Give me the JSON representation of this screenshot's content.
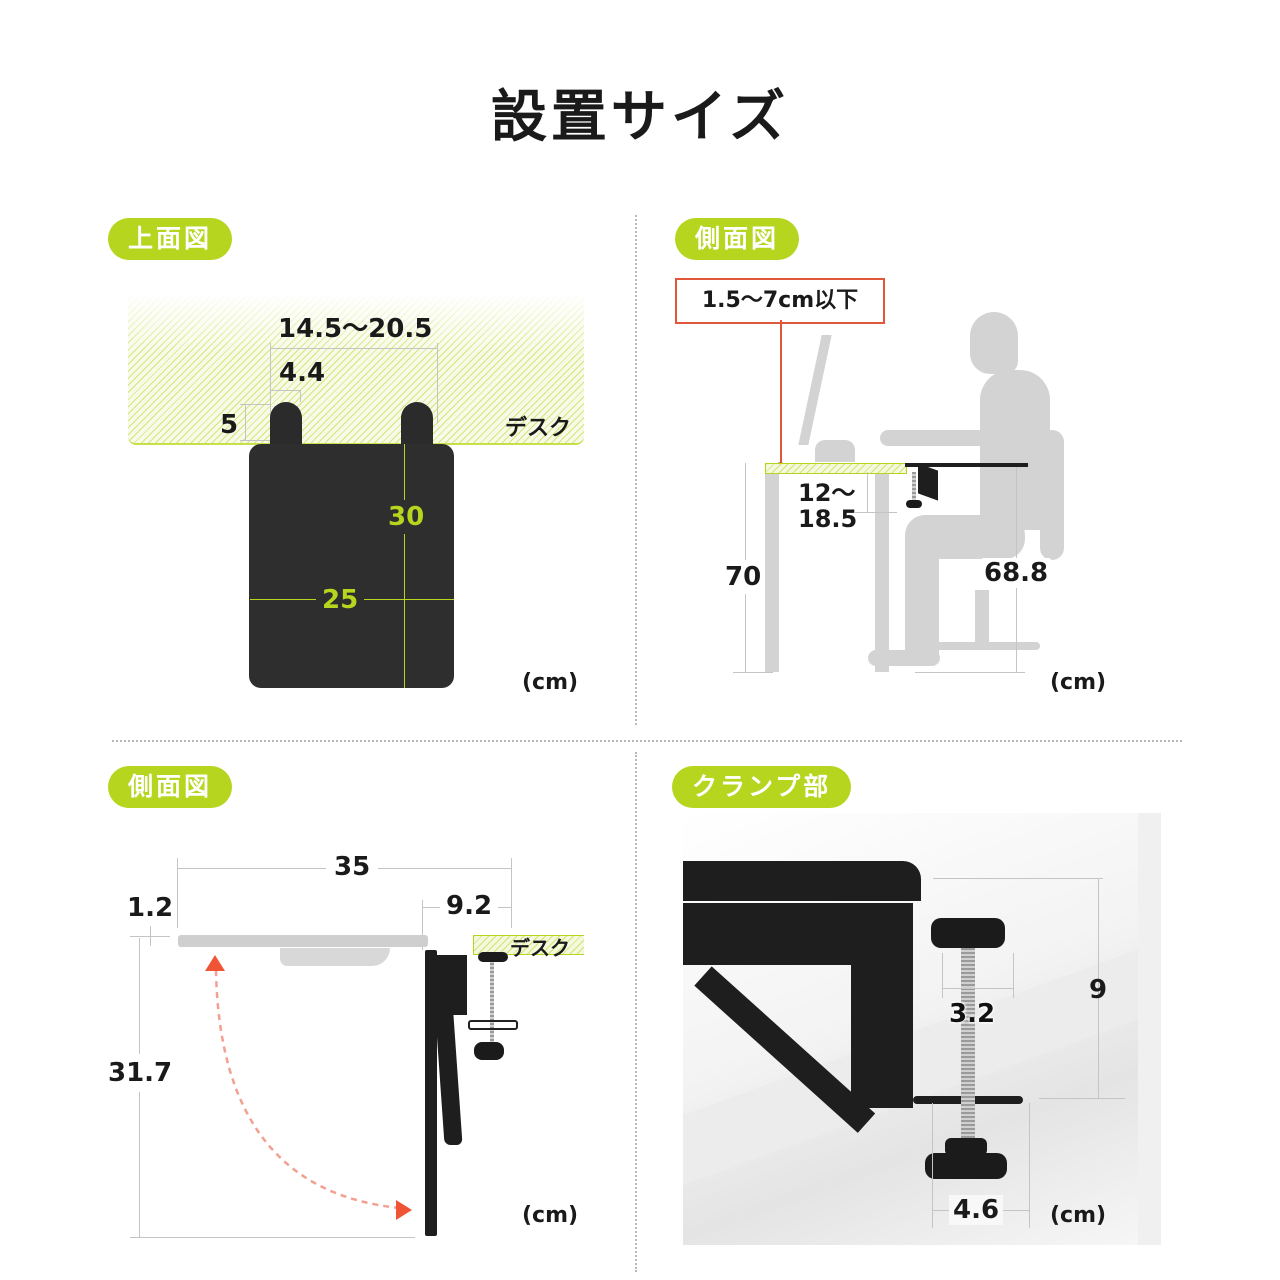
{
  "title": "設置サイズ",
  "colors": {
    "accent": "#b5d51f",
    "callout": "#e0573a",
    "arrow": "#ef5535",
    "dimension_line": "#c4c4c4"
  },
  "panels": {
    "top_view": {
      "label": "上面図",
      "desk_label": "デスク",
      "dims": {
        "clamp_spacing": "14.5～20.5",
        "tab_width": "4.4",
        "tab_depth": "5",
        "board_depth": "30",
        "board_width": "25"
      },
      "unit": "(cm)"
    },
    "side_view_usage": {
      "label": "側面図",
      "callout": "1.5～7cm以下",
      "dims": {
        "clamp_reach_line1": "12～",
        "clamp_reach_line2": "18.5",
        "desk_height": "70",
        "tray_height": "68.8"
      },
      "unit": "(cm)"
    },
    "side_view_fold": {
      "label": "側面図",
      "desk_label": "デスク",
      "dims": {
        "total_length": "35",
        "clamp_length": "9.2",
        "thickness": "1.2",
        "folded_height": "31.7"
      },
      "unit": "(cm)"
    },
    "clamp": {
      "label": "クランプ部",
      "dims": {
        "screw_diameter": "3.2",
        "clamp_opening": "9",
        "pad_diameter": "4.6"
      },
      "unit": "(cm)"
    }
  }
}
